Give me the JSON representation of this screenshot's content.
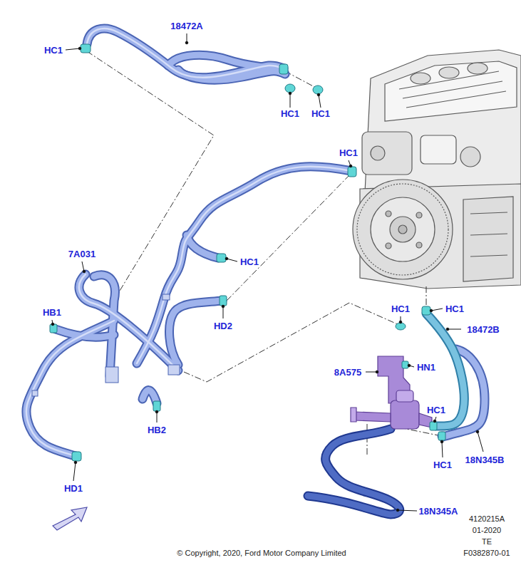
{
  "diagram": {
    "labels": [
      "18472A",
      "HC1",
      "HC1",
      "HC1",
      "HC1",
      "7A031",
      "HC1",
      "HB1",
      "HC1",
      "HC1",
      "HD2",
      "18472B",
      "8A575",
      "HN1",
      "HC1",
      "HB2",
      "HC1",
      "18N345B",
      "HD1",
      "18N345A",
      "4120215A",
      "01-2020",
      "TE",
      "© Copyright, 2020, Ford Motor Company Limited",
      "F0382870-01"
    ]
  }
}
